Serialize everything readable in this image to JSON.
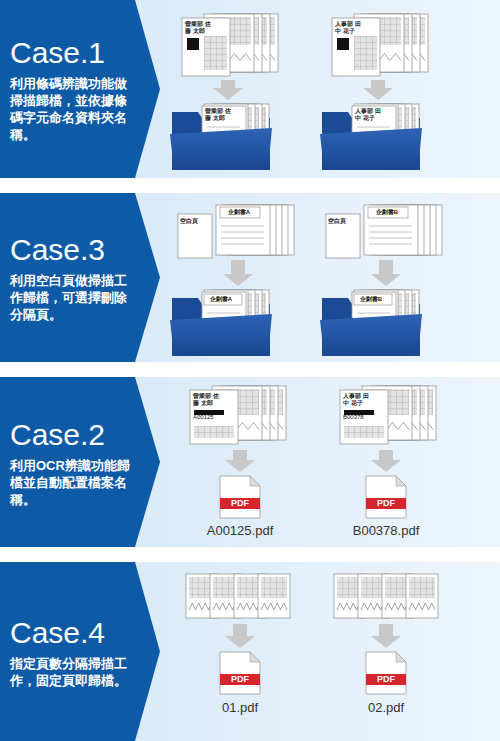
{
  "diagram": {
    "nodes": [
      {
        "text": [
          "Case.1",
          "利用條碼辨識功能做掃描歸檔，並依據條碼字元命名資料夾名稱。"
        ]
      },
      {
        "text": [
          "Case.3",
          "利用空白頁做掃描工作歸檔，可選擇刪除分隔頁。"
        ]
      },
      {
        "text": [
          "Case.2",
          "利用OCR辨識功能歸檔並自動配置檔案名稱。"
        ]
      },
      {
        "text": [
          "Case.4",
          "指定頁數分隔掃描工作，固定頁即歸檔。"
        ]
      }
    ],
    "labels": [
      "營業部 佐藤 太郎",
      "人事部 田中 花子",
      "營業部 佐藤 太郎",
      "人事部 田中 花子",
      "空白頁",
      "企劃書A",
      "空白頁",
      "企劃書B",
      "企劃書A",
      "企劃書B",
      "營業部 佐藤 太郎",
      "A00125",
      "人事部 田中 花子",
      "B00378",
      "PDF",
      "PDF",
      "A00125.pdf",
      "B00378.pdf",
      "PDF",
      "PDF",
      "01.pdf",
      "02.pdf"
    ]
  }
}
